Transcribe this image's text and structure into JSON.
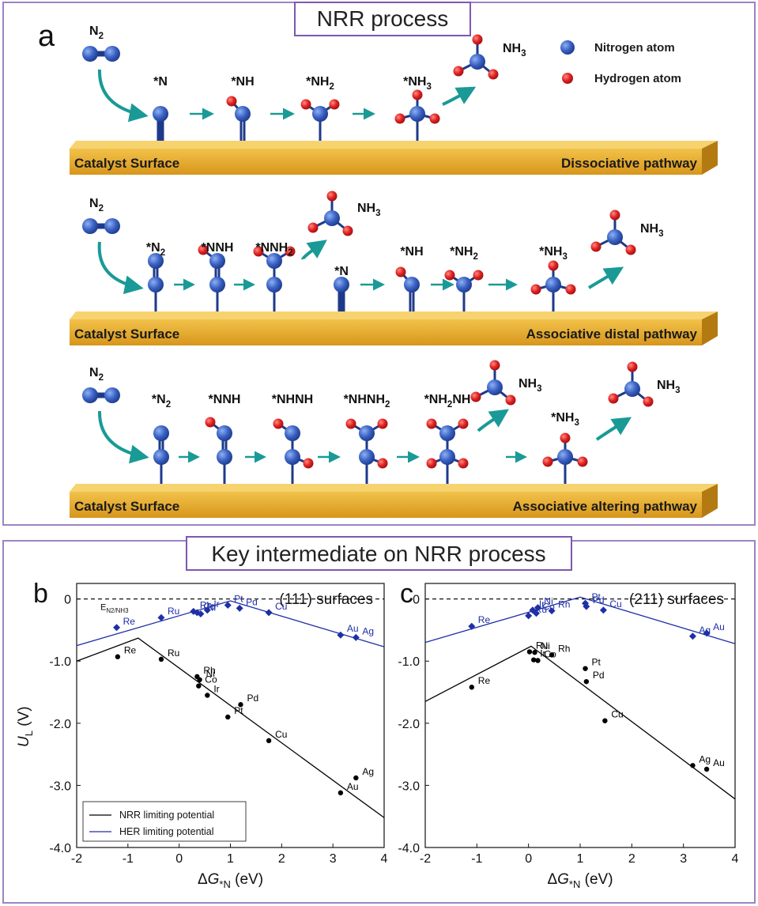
{
  "panel_a": {
    "title": "NRR process",
    "letter": "a",
    "legend": {
      "nitrogen": "Nitrogen atom",
      "hydrogen": "Hydrogen atom"
    },
    "surface_label": "Catalyst Surface",
    "colors": {
      "nitrogen": "#2f55b5",
      "hydrogen": "#d81e1e",
      "surface": "#e2a72a",
      "arrow": "#1a9a96",
      "frame": "#9b84c6",
      "title_box": "#7e57b1"
    },
    "rows": [
      {
        "pathway": "Dissociative pathway",
        "n2": "N",
        "n2_sub": "2",
        "species": [
          {
            "main": "*N",
            "sub": "",
            "tail": ""
          },
          {
            "main": "*NH",
            "sub": "",
            "tail": ""
          },
          {
            "main": "*NH",
            "sub": "2",
            "tail": ""
          },
          {
            "main": "*NH",
            "sub": "3",
            "tail": ""
          }
        ],
        "product": {
          "main": "NH",
          "sub": "3"
        }
      },
      {
        "pathway": "Associative distal pathway",
        "n2": "N",
        "n2_sub": "2",
        "species": [
          {
            "main": "*N",
            "sub": "2",
            "tail": ""
          },
          {
            "main": "*NNH",
            "sub": "",
            "tail": ""
          },
          {
            "main": "*NNH",
            "sub": "2",
            "tail": ""
          },
          {
            "main": "*N",
            "sub": "",
            "tail": ""
          },
          {
            "main": "*NH",
            "sub": "",
            "tail": ""
          },
          {
            "main": "*NH",
            "sub": "2",
            "tail": ""
          },
          {
            "main": "*NH",
            "sub": "3",
            "tail": ""
          }
        ],
        "product": {
          "main": "NH",
          "sub": "3"
        },
        "product2": {
          "main": "NH",
          "sub": "3"
        }
      },
      {
        "pathway": "Associative altering pathway",
        "n2": "N",
        "n2_sub": "2",
        "species": [
          {
            "main": "*N",
            "sub": "2",
            "tail": ""
          },
          {
            "main": "*NNH",
            "sub": "",
            "tail": ""
          },
          {
            "main": "*NHNH",
            "sub": "",
            "tail": ""
          },
          {
            "main": "*NHNH",
            "sub": "2",
            "tail": ""
          },
          {
            "main": "*NH",
            "sub": "2",
            "tail": "NH"
          },
          {
            "main": "*NH",
            "sub": "3",
            "tail": ""
          }
        ],
        "product": {
          "main": "NH",
          "sub": "3"
        },
        "product2": {
          "main": "NH",
          "sub": "3"
        }
      }
    ]
  },
  "panel_bc": {
    "title": "Key intermediate on NRR process",
    "ylabel": "U",
    "ylabel_sub": "L",
    "ylabel_unit": "(V)",
    "xlabel_pre": "ΔG",
    "xlabel_sub": "*N",
    "xlabel_unit": "(eV)",
    "x_ticks": [
      "-2",
      "-1",
      "0",
      "1",
      "2",
      "3",
      "4"
    ],
    "y_ticks": [
      "0",
      "-1.0",
      "-2.0",
      "-3.0",
      "-4.0"
    ],
    "equilibrium_label": "E",
    "equilibrium_sub": "N2/NH3",
    "legend_nrr": "NRR limiting potential",
    "legend_her": "HER limiting potential",
    "colors": {
      "nrr": "#000000",
      "her": "#1f2fa6"
    }
  },
  "chart_data": [
    {
      "type": "scatter",
      "letter": "b",
      "title": "(111) surfaces",
      "xlabel": "ΔG*N (eV)",
      "ylabel": "UL (V)",
      "xlim": [
        -2,
        4
      ],
      "ylim": [
        -4.0,
        0.25
      ],
      "grid": false,
      "legend_position": "bottom-left",
      "series": [
        {
          "name": "NRR limiting potential",
          "points": [
            {
              "label": "Re",
              "x": -1.2,
              "y": -0.93
            },
            {
              "label": "Ru",
              "x": -0.35,
              "y": -0.97
            },
            {
              "label": "Rh",
              "x": 0.35,
              "y": -1.25
            },
            {
              "label": "Ni",
              "x": 0.4,
              "y": -1.3
            },
            {
              "label": "Co",
              "x": 0.38,
              "y": -1.4
            },
            {
              "label": "Ir",
              "x": 0.55,
              "y": -1.55
            },
            {
              "label": "Pd",
              "x": 1.2,
              "y": -1.7
            },
            {
              "label": "Pt",
              "x": 0.95,
              "y": -1.9
            },
            {
              "label": "Cu",
              "x": 1.75,
              "y": -2.28
            },
            {
              "label": "Ag",
              "x": 3.45,
              "y": -2.88
            },
            {
              "label": "Au",
              "x": 3.15,
              "y": -3.12
            }
          ],
          "fit": [
            [
              -2,
              -1.0
            ],
            [
              -0.8,
              -0.63
            ],
            [
              4,
              -3.52
            ]
          ]
        },
        {
          "name": "HER limiting potential",
          "points": [
            {
              "label": "Re",
              "x": -1.22,
              "y": -0.46
            },
            {
              "label": "Ru",
              "x": -0.35,
              "y": -0.3
            },
            {
              "label": "Rh",
              "x": 0.28,
              "y": -0.2
            },
            {
              "label": "Co",
              "x": 0.35,
              "y": -0.22
            },
            {
              "label": "Ni",
              "x": 0.42,
              "y": -0.24
            },
            {
              "label": "Ir",
              "x": 0.55,
              "y": -0.18
            },
            {
              "label": "Pt",
              "x": 0.95,
              "y": -0.1
            },
            {
              "label": "Pd",
              "x": 1.18,
              "y": -0.15
            },
            {
              "label": "Cu",
              "x": 1.75,
              "y": -0.22
            },
            {
              "label": "Au",
              "x": 3.15,
              "y": -0.58
            },
            {
              "label": "Ag",
              "x": 3.45,
              "y": -0.62
            }
          ],
          "fit": [
            [
              -2,
              -0.75
            ],
            [
              1.0,
              -0.03
            ],
            [
              4,
              -0.77
            ]
          ]
        }
      ]
    },
    {
      "type": "scatter",
      "letter": "c",
      "title": "(211) surfaces",
      "xlabel": "ΔG*N (eV)",
      "ylabel": "UL (V)",
      "xlim": [
        -2,
        4
      ],
      "ylim": [
        -4.0,
        0.25
      ],
      "grid": false,
      "legend_position": "none",
      "series": [
        {
          "name": "NRR limiting potential",
          "points": [
            {
              "label": "Re",
              "x": -1.1,
              "y": -1.42
            },
            {
              "label": "Ru",
              "x": 0.02,
              "y": -0.85
            },
            {
              "label": "Ni",
              "x": 0.12,
              "y": -0.86
            },
            {
              "label": "Ir",
              "x": 0.1,
              "y": -0.98
            },
            {
              "label": "Co",
              "x": 0.18,
              "y": -0.99
            },
            {
              "label": "Rh",
              "x": 0.45,
              "y": -0.9
            },
            {
              "label": "Pt",
              "x": 1.1,
              "y": -1.12
            },
            {
              "label": "Pd",
              "x": 1.12,
              "y": -1.33
            },
            {
              "label": "Cu",
              "x": 1.48,
              "y": -1.96
            },
            {
              "label": "Ag",
              "x": 3.18,
              "y": -2.68
            },
            {
              "label": "Au",
              "x": 3.45,
              "y": -2.74
            }
          ],
          "fit": [
            [
              -2,
              -1.65
            ],
            [
              0.05,
              -0.76
            ],
            [
              4,
              -3.22
            ]
          ]
        },
        {
          "name": "HER limiting potential",
          "points": [
            {
              "label": "Re",
              "x": -1.1,
              "y": -0.44
            },
            {
              "label": "Ru",
              "x": 0.0,
              "y": -0.27
            },
            {
              "label": "Ir",
              "x": 0.08,
              "y": -0.18
            },
            {
              "label": "Co",
              "x": 0.15,
              "y": -0.23
            },
            {
              "label": "Ni",
              "x": 0.18,
              "y": -0.14
            },
            {
              "label": "Rh",
              "x": 0.45,
              "y": -0.19
            },
            {
              "label": "Pt",
              "x": 1.1,
              "y": -0.07
            },
            {
              "label": "Pd",
              "x": 1.12,
              "y": -0.12
            },
            {
              "label": "Cu",
              "x": 1.45,
              "y": -0.18
            },
            {
              "label": "Ag",
              "x": 3.18,
              "y": -0.6
            },
            {
              "label": "Au",
              "x": 3.45,
              "y": -0.55
            }
          ],
          "fit": [
            [
              -2,
              -0.7
            ],
            [
              1.0,
              0.03
            ],
            [
              4,
              -0.72
            ]
          ]
        }
      ]
    }
  ]
}
